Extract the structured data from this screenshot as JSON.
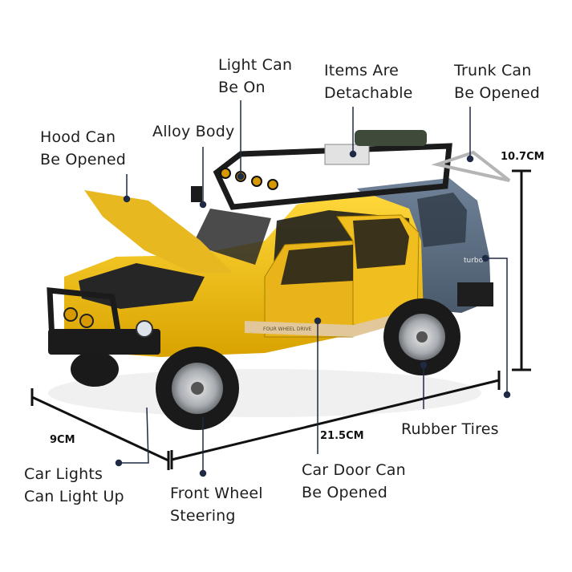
{
  "labels": {
    "light": [
      "Light Can",
      "Be On"
    ],
    "items": [
      "Items Are",
      "Detachable"
    ],
    "trunk": [
      "Trunk Can",
      "Be Opened"
    ],
    "hood": [
      "Hood Can",
      "Be Opened"
    ],
    "alloy": "Alloy Body",
    "rubber": "Rubber Tires",
    "car_lights": [
      "Car Lights",
      "Can Light Up"
    ],
    "front_wheel": [
      "Front Wheel",
      "Steering"
    ],
    "car_door": [
      "Car Door Can",
      "Be Opened"
    ]
  },
  "dimensions": {
    "height": "10.7CM",
    "width": "9CM",
    "length": "21.5CM"
  },
  "vehicle": {
    "badge_turbo": "turbo",
    "side_stripe": "FOUR WHEEL DRIVE"
  },
  "colors": {
    "body_yellow": "#f2c21b",
    "rear_blue": "#5d6f84",
    "tan_stripe": "#e2c79a",
    "black": "#1b1b1b"
  }
}
